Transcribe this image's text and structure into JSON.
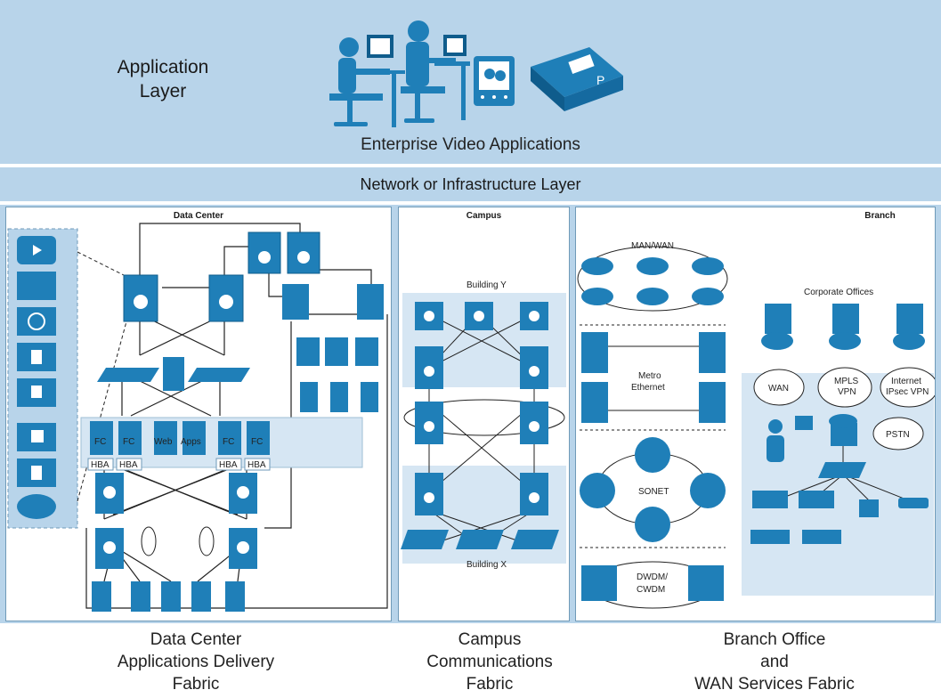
{
  "application_layer": {
    "title_line1": "Application",
    "title_line2": "Layer",
    "subtitle": "Enterprise Video Applications"
  },
  "network_layer": {
    "title": "Network or Infrastructure Layer"
  },
  "panels": {
    "data_center": {
      "title": "Data Center",
      "server_labels": [
        "FC",
        "FC",
        "Web",
        "Apps",
        "FC",
        "FC"
      ],
      "hba_labels": [
        "HBA",
        "HBA",
        "HBA",
        "HBA"
      ]
    },
    "campus": {
      "title": "Campus",
      "building_y": "Building Y",
      "building_x": "Building X"
    },
    "branch": {
      "title": "Branch",
      "man_wan": "MAN/WAN",
      "metro_line1": "Metro",
      "metro_line2": "Ethernet",
      "sonet": "SONET",
      "dwdm_line1": "DWDM/",
      "dwdm_line2": "CWDM",
      "corporate": "Corporate Offices",
      "wan": "WAN",
      "mpls_line1": "MPLS",
      "mpls_line2": "VPN",
      "internet_line1": "Internet",
      "internet_line2": "IPsec VPN",
      "pstn": "PSTN"
    }
  },
  "footers": {
    "data_center": [
      "Data Center",
      "Applications Delivery",
      "Fabric"
    ],
    "campus": [
      "Campus",
      "Communications",
      "Fabric"
    ],
    "branch": [
      "Branch Office",
      "and",
      "WAN Services Fabric"
    ]
  },
  "colors": {
    "band": "#b8d4ea",
    "device": "#1f7fb8",
    "device_dark": "#0f5c8c"
  }
}
